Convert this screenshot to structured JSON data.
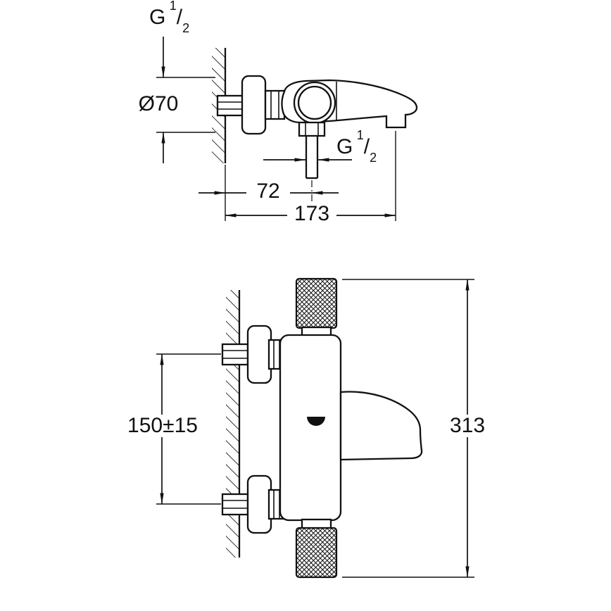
{
  "colors": {
    "line": "#111111",
    "background": "#ffffff"
  },
  "top_view": {
    "thread_wall": {
      "prefix": "G",
      "numerator": "1",
      "denominator": "2"
    },
    "escutcheon_diameter": "Ø70",
    "outlet_thread": {
      "prefix": "G",
      "numerator": "1",
      "denominator": "2"
    },
    "dim_wall_to_outlet": "72",
    "dim_spout_projection": "173"
  },
  "front_view": {
    "dim_connection_spacing": "150±15",
    "dim_overall_height": "313"
  }
}
